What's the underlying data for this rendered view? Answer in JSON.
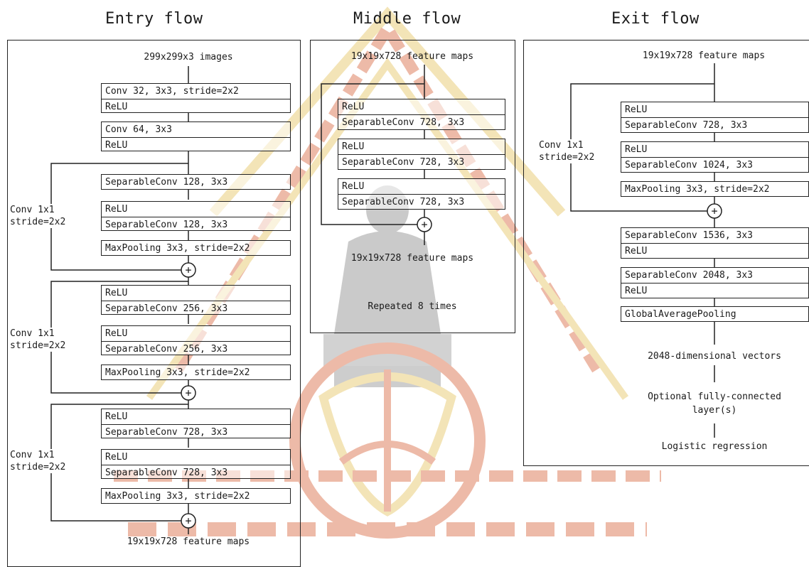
{
  "entry": {
    "title": "Entry flow",
    "input": "299x299x3 images",
    "b1": [
      "Conv 32, 3x3, stride=2x2",
      "ReLU"
    ],
    "b2": [
      "Conv 64, 3x3",
      "ReLU"
    ],
    "b3": [
      "SeparableConv 128, 3x3"
    ],
    "b4": [
      "ReLU",
      "SeparableConv 128, 3x3"
    ],
    "b5": [
      "MaxPooling 3x3, stride=2x2"
    ],
    "b6": [
      "ReLU",
      "SeparableConv 256, 3x3"
    ],
    "b7": [
      "ReLU",
      "SeparableConv 256, 3x3"
    ],
    "b8": [
      "MaxPooling 3x3, stride=2x2"
    ],
    "b9": [
      "ReLU",
      "SeparableConv 728, 3x3"
    ],
    "b10": [
      "ReLU",
      "SeparableConv 728, 3x3"
    ],
    "b11": [
      "MaxPooling 3x3, stride=2x2"
    ],
    "skip": [
      "Conv 1x1",
      "stride=2x2"
    ],
    "output": "19x19x728 feature maps"
  },
  "middle": {
    "title": "Middle flow",
    "input": "19x19x728 feature maps",
    "b1": [
      "ReLU",
      "SeparableConv 728, 3x3"
    ],
    "b2": [
      "ReLU",
      "SeparableConv 728, 3x3"
    ],
    "b3": [
      "ReLU",
      "SeparableConv 728, 3x3"
    ],
    "output": "19x19x728 feature maps",
    "repeat": "Repeated 8 times"
  },
  "exit": {
    "title": "Exit flow",
    "input": "19x19x728 feature maps",
    "skip": [
      "Conv 1x1",
      "stride=2x2"
    ],
    "b1": [
      "ReLU",
      "SeparableConv 728, 3x3"
    ],
    "b2": [
      "ReLU",
      "SeparableConv 1024, 3x3"
    ],
    "b3": [
      "MaxPooling 3x3, stride=2x2"
    ],
    "b4": [
      "SeparableConv 1536, 3x3",
      "ReLU"
    ],
    "b5": [
      "SeparableConv 2048, 3x3",
      "ReLU"
    ],
    "b6": [
      "GlobalAveragePooling"
    ],
    "vectors": "2048-dimensional vectors",
    "fc": [
      "Optional fully-connected",
      "layer(s)"
    ],
    "logreg": "Logistic regression"
  },
  "plus_symbol": "+",
  "colors": {
    "line": "#222222",
    "watermark_red": "#e8a48c",
    "watermark_gold": "#efdca0",
    "watermark_gray": "#b9b9b9"
  }
}
